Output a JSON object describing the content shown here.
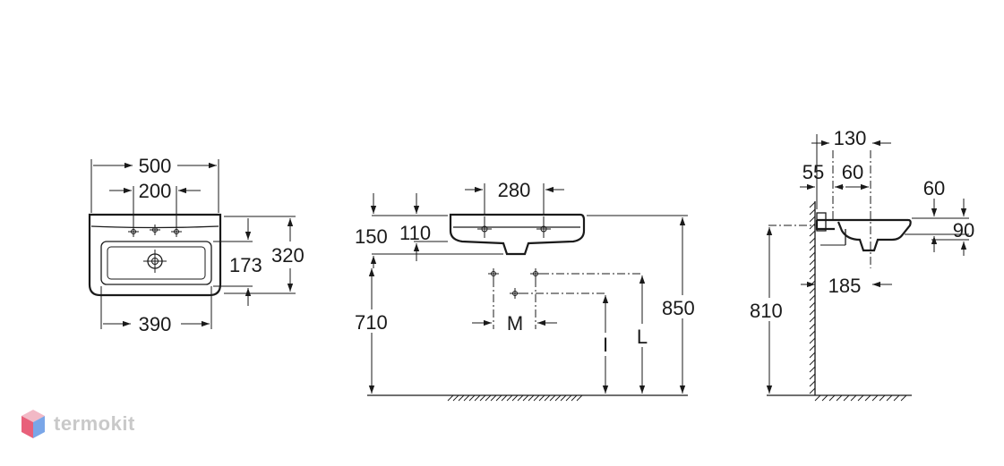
{
  "front_view": {
    "overall_width": "500",
    "tap_spacing": "200",
    "bowl_width": "390",
    "depth": "320",
    "bowl_depth": "173"
  },
  "side_elevation": {
    "tap_spacing": "280",
    "rim_height": "150",
    "body_height": "110",
    "inlet_height": "710",
    "mounting_height": "850",
    "dim_M": "M",
    "dim_I": "I",
    "dim_L": "L"
  },
  "section_view": {
    "overall_depth": "130",
    "wall_offset": "55",
    "tap_offset": "60",
    "rim_thickness": "60",
    "rim_height": "90",
    "drain_offset": "185",
    "mounting_height": "810"
  },
  "watermark": {
    "brand": "termokit",
    "colors": [
      "#e8607a",
      "#7aa6e8",
      "#f2b9c6"
    ]
  }
}
